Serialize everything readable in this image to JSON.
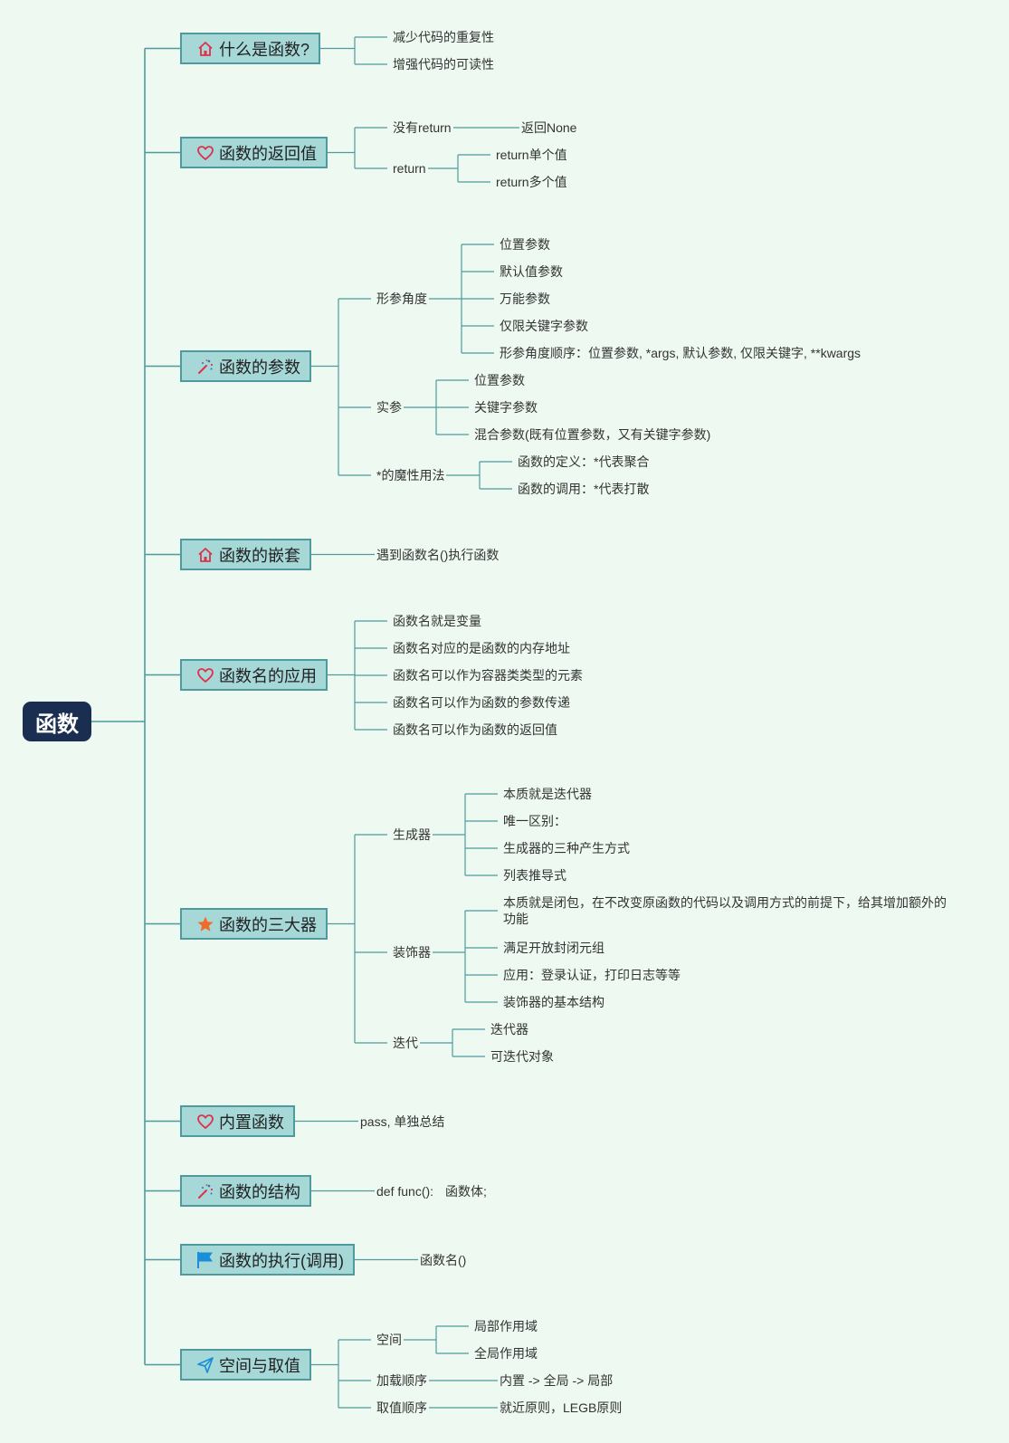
{
  "root": {
    "label": "函数"
  },
  "topics": [
    {
      "id": "t1",
      "label": "什么是函数?",
      "icon": "home-icon",
      "children": [
        {
          "label": "减少代码的重复性"
        },
        {
          "label": "增强代码的可读性"
        }
      ]
    },
    {
      "id": "t2",
      "label": "函数的返回值",
      "icon": "heart-icon",
      "children": [
        {
          "label": "没有return",
          "children": [
            {
              "label": "返回None"
            }
          ]
        },
        {
          "label": "return",
          "children": [
            {
              "label": "return单个值"
            },
            {
              "label": "return多个值"
            }
          ]
        }
      ]
    },
    {
      "id": "t3",
      "label": "函数的参数",
      "icon": "magic-wand-icon",
      "children": [
        {
          "label": "形参角度",
          "children": [
            {
              "label": "位置参数"
            },
            {
              "label": "默认值参数"
            },
            {
              "label": "万能参数"
            },
            {
              "label": "仅限关键字参数"
            },
            {
              "label": "形参角度顺序：位置参数, *args, 默认参数, 仅限关键字, **kwargs"
            }
          ]
        },
        {
          "label": "实参",
          "children": [
            {
              "label": "位置参数"
            },
            {
              "label": "关键字参数"
            },
            {
              "label": "混合参数(既有位置参数，又有关键字参数)"
            }
          ]
        },
        {
          "label": "*的魔性用法",
          "children": [
            {
              "label": "函数的定义：*代表聚合"
            },
            {
              "label": "函数的调用：*代表打散"
            }
          ]
        }
      ]
    },
    {
      "id": "t4",
      "label": "函数的嵌套",
      "icon": "home-icon",
      "children": [
        {
          "label": "遇到函数名()执行函数"
        }
      ]
    },
    {
      "id": "t5",
      "label": "函数名的应用",
      "icon": "heart-icon",
      "children": [
        {
          "label": "函数名就是变量"
        },
        {
          "label": "函数名对应的是函数的内存地址"
        },
        {
          "label": "函数名可以作为容器类类型的元素"
        },
        {
          "label": "函数名可以作为函数的参数传递"
        },
        {
          "label": "函数名可以作为函数的返回值"
        }
      ]
    },
    {
      "id": "t6",
      "label": "函数的三大器",
      "icon": "star-icon",
      "children": [
        {
          "label": "生成器",
          "children": [
            {
              "label": "本质就是迭代器"
            },
            {
              "label": "唯一区别："
            },
            {
              "label": "生成器的三种产生方式"
            },
            {
              "label": "列表推导式"
            }
          ]
        },
        {
          "label": "装饰器",
          "children": [
            {
              "label": "本质就是闭包，在不改变原函数的代码以及调用方式的前提下，给其增加额外的功能"
            },
            {
              "label": "满足开放封闭元组"
            },
            {
              "label": "应用：登录认证，打印日志等等"
            },
            {
              "label": "装饰器的基本结构"
            }
          ]
        },
        {
          "label": "迭代",
          "children": [
            {
              "label": "迭代器"
            },
            {
              "label": "可迭代对象"
            }
          ]
        }
      ]
    },
    {
      "id": "t7",
      "label": "内置函数",
      "icon": "heart-icon",
      "children": [
        {
          "label": "pass, 单独总结"
        }
      ]
    },
    {
      "id": "t8",
      "label": "函数的结构",
      "icon": "magic-wand-icon",
      "children": [
        {
          "label": "def func():",
          "children": [
            {
              "label": "函数体;"
            }
          ]
        }
      ]
    },
    {
      "id": "t9",
      "label": "函数的执行(调用)",
      "icon": "flag-icon",
      "children": [
        {
          "label": "函数名()"
        }
      ]
    },
    {
      "id": "t10",
      "label": "空间与取值",
      "icon": "paper-plane-icon",
      "children": [
        {
          "label": "空间",
          "children": [
            {
              "label": "局部作用域"
            },
            {
              "label": "全局作用域"
            }
          ]
        },
        {
          "label": "加载顺序",
          "children": [
            {
              "label": "内置 -> 全局 -> 局部"
            }
          ]
        },
        {
          "label": "取值顺序",
          "children": [
            {
              "label": "就近原则，LEGB原则"
            }
          ]
        }
      ]
    }
  ],
  "colors": {
    "background": "#eef9f1",
    "root_fill": "#1a2e52",
    "topic_fill": "#a6d8d8",
    "topic_border": "#4f9a9c",
    "connector": "#4f9a9c",
    "heart": "#e0314b",
    "home": "#e0314b",
    "star": "#f06b2b",
    "flag": "#1a8fd8",
    "plane": "#1a8fd8",
    "wand": "#e0314b"
  }
}
